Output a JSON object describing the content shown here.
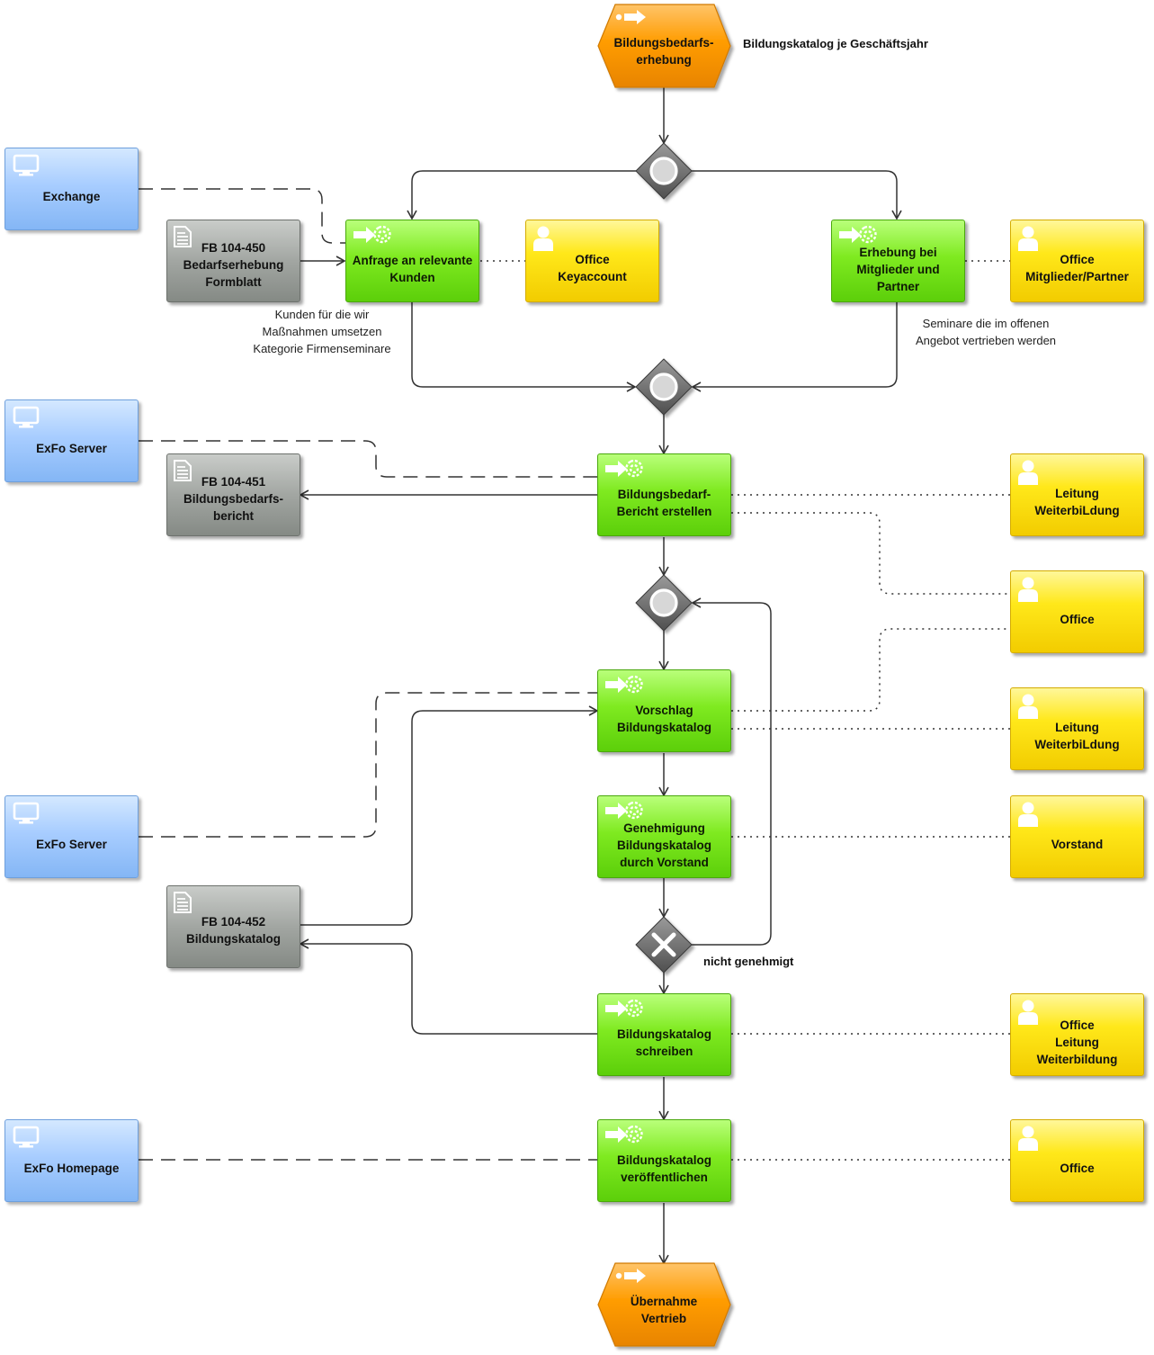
{
  "diagram": {
    "events": [
      {
        "id": "start",
        "label": "Bildungsbedarfs-\nerhebung"
      },
      {
        "id": "end",
        "label": "Übernahme\nVertrieb"
      }
    ],
    "functions": [
      {
        "id": "f1",
        "label": "Anfrage an relevante\nKunden"
      },
      {
        "id": "f2",
        "label": "Erhebung bei\nMitglieder und\nPartner"
      },
      {
        "id": "f3",
        "label": "Bildungsbedarf-\nBericht erstellen"
      },
      {
        "id": "f4",
        "label": "Vorschlag\nBildungskatalog"
      },
      {
        "id": "f5",
        "label": "Genehmigung\nBildungskatalog\ndurch Vorstand"
      },
      {
        "id": "f6",
        "label": "Bildungskatalog\nschreiben"
      },
      {
        "id": "f7",
        "label": "Bildungskatalog\nveröffentlichen"
      }
    ],
    "org_units": [
      {
        "id": "o1",
        "label": "Office\nKeyaccount"
      },
      {
        "id": "o2",
        "label": "Office\nMitglieder/Partner"
      },
      {
        "id": "o3",
        "label": "Leitung\nWeiterbiLdung"
      },
      {
        "id": "o4",
        "label": "Office"
      },
      {
        "id": "o5",
        "label": "Leitung\nWeiterbiLdung"
      },
      {
        "id": "o6",
        "label": "Vorstand"
      },
      {
        "id": "o7",
        "label": "Office\nLeitung\nWeiterbildung"
      },
      {
        "id": "o8",
        "label": "Office"
      }
    ],
    "systems": [
      {
        "id": "s1",
        "label": "Exchange"
      },
      {
        "id": "s2",
        "label": "ExFo Server"
      },
      {
        "id": "s3",
        "label": "ExFo Server"
      },
      {
        "id": "s4",
        "label": "ExFo Homepage"
      }
    ],
    "documents": [
      {
        "id": "d1",
        "label": "FB 104-450\nBedarfserhebung\nFormblatt"
      },
      {
        "id": "d2",
        "label": "FB 104-451\nBildungsbedarfs-\nbericht"
      },
      {
        "id": "d3",
        "label": "FB 104-452\nBildungskatalog"
      }
    ],
    "connectors": [
      {
        "id": "g1",
        "type": "OR"
      },
      {
        "id": "g2",
        "type": "OR"
      },
      {
        "id": "g3",
        "type": "OR"
      },
      {
        "id": "g4",
        "type": "XOR"
      }
    ],
    "annotations": {
      "start_note": "Bildungskatalog je Geschäftsjahr",
      "kunden_note": "Kunden für die  wir\nMaßnahmen umsetzen\nKategorie Firmenseminare",
      "seminare_note": "Seminare die im  offenen\nAngebot vertrieben werden",
      "reject_note": "nicht genehmigt"
    },
    "colors": {
      "function": "#7fea20",
      "event": "#ff9c00",
      "org_unit": "#ffe81a",
      "system": "#a8cdff",
      "document": "#a2a6a2",
      "connector": "#6f6f6f",
      "line": "#333333"
    },
    "icon_names": {
      "function": "function-arrow-icon",
      "event": "event-arrow-icon",
      "org_unit": "person-icon",
      "system": "monitor-icon",
      "document": "document-icon",
      "or_connector": "or-circle-icon",
      "xor_connector": "xor-cross-icon"
    }
  }
}
